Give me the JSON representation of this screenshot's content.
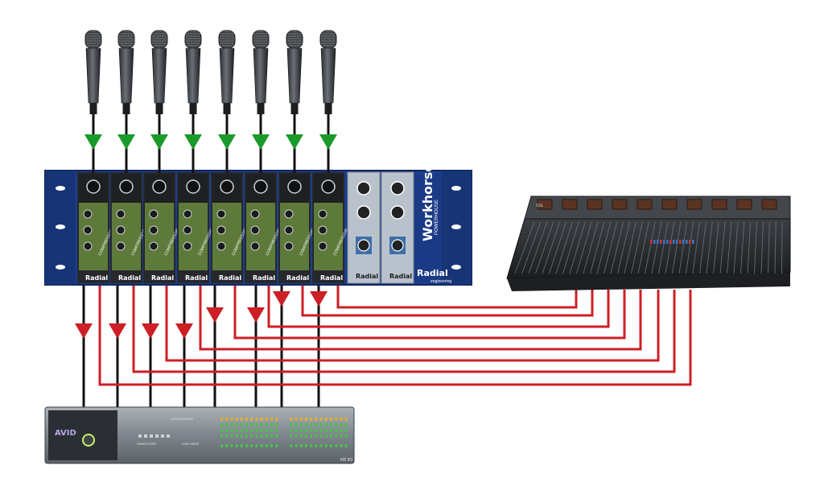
{
  "colors": {
    "mic_arrow": "#1a9a2a",
    "send_line": "#cc1f26",
    "black_line": "#111111",
    "rack_blue": "#1c3f8f",
    "module_green": "#5d7a3a",
    "module_grey": "#b9c2cc",
    "console_dark": "#2a2d31",
    "interface_grey": "#8d949b"
  },
  "icons": {
    "microphone": "dynamic-microphone-icon",
    "downstream_arrow": "triangle-down-icon"
  },
  "rack": {
    "module_count": 8,
    "module_brand": "Radial",
    "module_label": "COMPRESSOR",
    "eq_module_count": 2,
    "eq_label": "Radial",
    "chassis_brand": "Workhorse",
    "chassis_sub": "POWERHOUSE",
    "chassis_maker": "Radial",
    "chassis_maker_sub": "engineering"
  },
  "interface": {
    "logo": "AVID",
    "model": "HD I/O",
    "section_left": "SAMPLE RATE",
    "section_mid": "SYNC MODE",
    "section_top": "CLOCK SOURCE"
  },
  "console": {
    "label": "SSL"
  }
}
